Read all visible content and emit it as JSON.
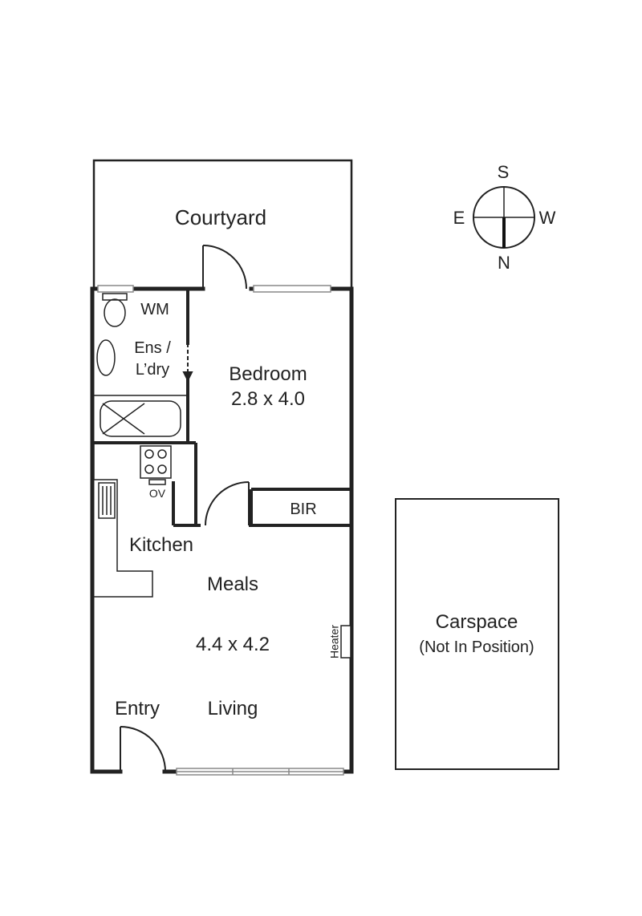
{
  "rooms": {
    "courtyard": "Courtyard",
    "wm": "WM",
    "ensuite_line1": "Ens /",
    "ensuite_line2": "L’dry",
    "bedroom": "Bedroom",
    "bedroom_size": "2.8 x 4.0",
    "ov": "OV",
    "bir": "BIR",
    "kitchen": "Kitchen",
    "meals": "Meals",
    "living_size": "4.4 x 4.2",
    "heater": "Heater",
    "entry": "Entry",
    "living": "Living",
    "carspace": "Carspace",
    "carspace_note": "(Not In Position)"
  },
  "compass": {
    "north": "N",
    "south": "S",
    "east": "E",
    "west": "W"
  },
  "colors": {
    "wall": "#222222",
    "window": "#9a9a9a",
    "background": "#ffffff"
  }
}
